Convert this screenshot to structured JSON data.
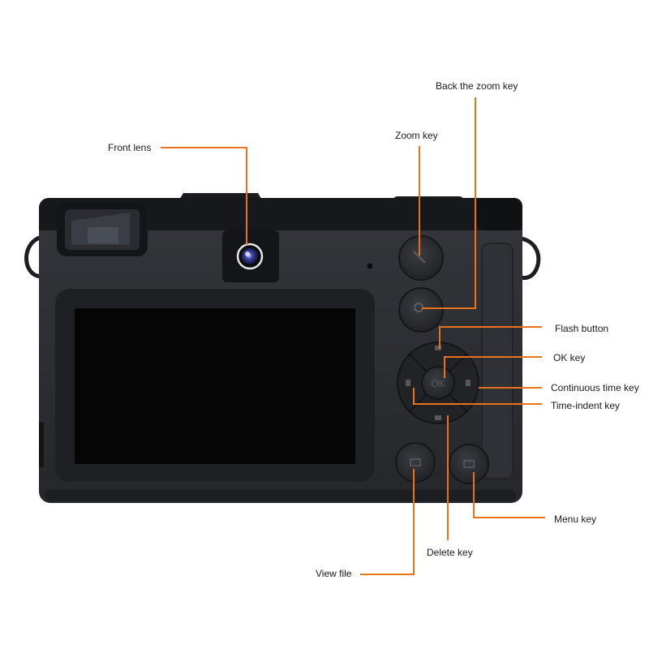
{
  "diagram": {
    "callouts": {
      "front_lens": "Front lens",
      "back_zoom_key": "Back the zoom key",
      "zoom_key": "Zoom key",
      "flash_button": "Flash button",
      "ok_key": "OK key",
      "continuous_time_key": "Continuous time key",
      "time_indent_key": "Time-indent key",
      "menu_key": "Menu key",
      "delete_key": "Delete key",
      "view_file": "View file"
    },
    "colors": {
      "leader": "#e8731c",
      "body": "#2b2d31",
      "body_dark": "#151619",
      "screen": "#050505",
      "background": "#ffffff"
    }
  }
}
